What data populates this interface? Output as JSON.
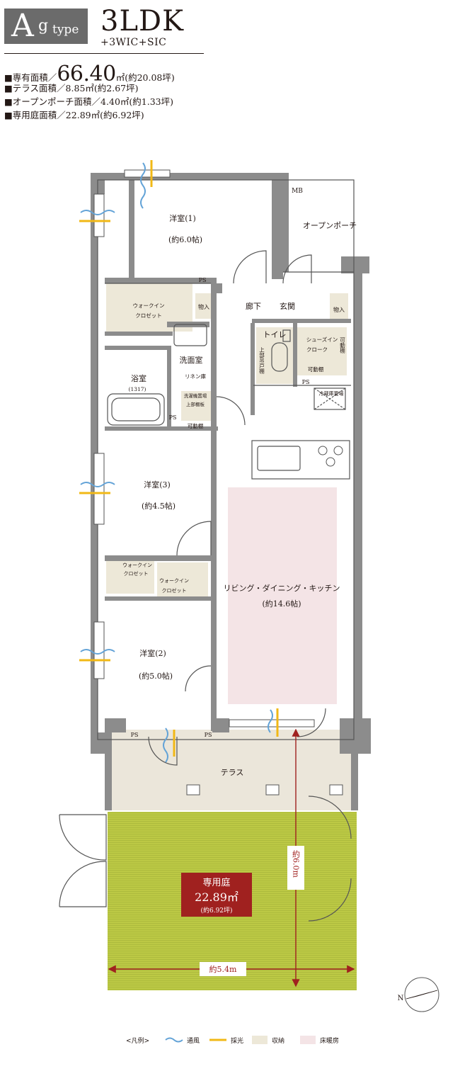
{
  "header": {
    "type_letter": "A",
    "type_sub": "g",
    "type_word": "type",
    "plan": "3LDK",
    "plan_sub": "+3WIC+SIC"
  },
  "specs": {
    "exclusive_label": "■専有面積／",
    "exclusive_value": "66.40",
    "exclusive_unit": "㎡(約20.08坪)",
    "terrace": "■テラス面積／8.85㎡(約2.67坪)",
    "porch": "■オープンポーチ面積／4.40㎡(約1.33坪)",
    "garden": "■専用庭面積／22.89㎡(約6.92坪)"
  },
  "rooms": {
    "western1": "洋室(1)",
    "western1_size": "(約6.0帖)",
    "mb": "MB",
    "open_porch": "オープンポーチ",
    "wic_top_1": "ウォークイン",
    "wic_top_2": "クロゼット",
    "storage_left": "物入",
    "corridor": "廊下",
    "entrance": "玄関",
    "storage_right": "物入",
    "ps_top": "PS",
    "toilet": "トイレ",
    "toilet_shelf": "上部吊戸棚",
    "sic_1": "シューズイン",
    "sic_2": "クローク",
    "sic_shelf": "可動棚",
    "sic_shelf_v": "可動棚",
    "ps_toilet": "PS",
    "fridge": "冷蔵庫置場",
    "wash": "洗面室",
    "linen": "リネン庫",
    "laundry_1": "洗濯機置場",
    "laundry_2": "上部棚板",
    "bath": "浴室",
    "bath_size": "(1317)",
    "ps_bath": "PS",
    "movable_shelf": "可動棚",
    "western3": "洋室(3)",
    "western3_size": "(約4.5帖)",
    "wic_a_1": "ウォークイン",
    "wic_a_2": "クロゼット",
    "wic_b_1": "ウォークイン",
    "wic_b_2": "クロゼット",
    "ldk": "リビング・ダイニング・キッチン",
    "ldk_size": "(約14.6帖)",
    "western2": "洋室(2)",
    "western2_size": "(約5.0帖)",
    "ps_bl": "PS",
    "ps_br": "PS",
    "terrace": "テラス",
    "garden_title": "専用庭",
    "garden_area": "22.89㎡",
    "garden_tsubo": "(約6.92坪)",
    "dim_v": "約6.0m",
    "dim_h": "約5.4m",
    "north": "N"
  },
  "legend": {
    "title": "<凡例>",
    "wind": "通風",
    "light": "採光",
    "storage": "収納",
    "floor_heat": "床暖房"
  },
  "colors": {
    "wall": "#8c8c8c",
    "storage": "#ede8d8",
    "floor_heating": "#f4e4e6",
    "garden": "#bcc945",
    "garden_label": "#a0211f",
    "dimension": "#a0211f",
    "wind": "#63a3d7",
    "light": "#f1b816"
  }
}
